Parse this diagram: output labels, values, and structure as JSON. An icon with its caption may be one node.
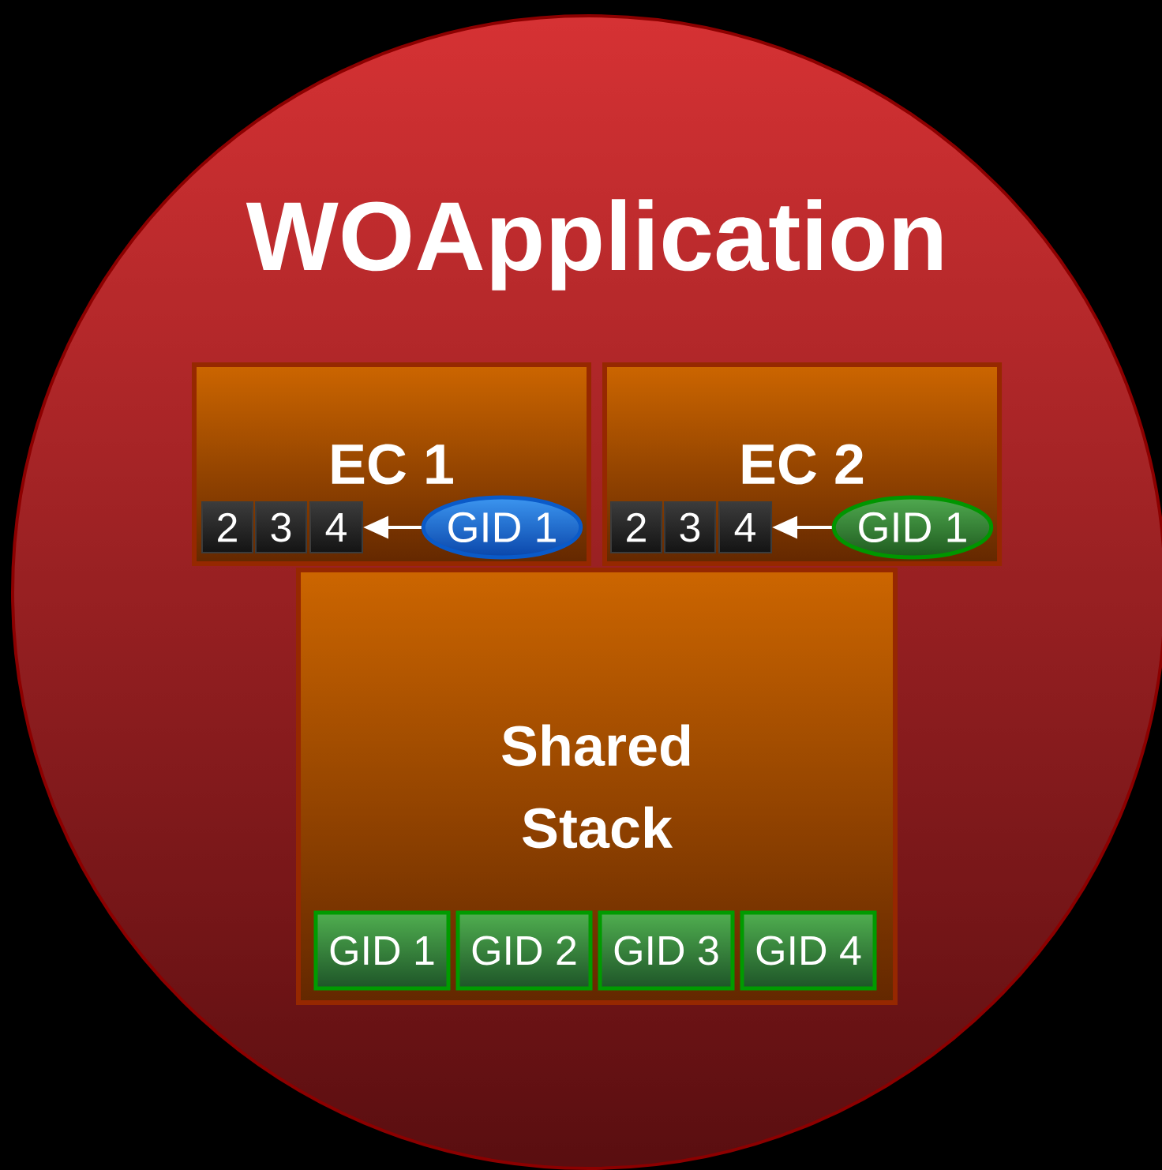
{
  "diagram": {
    "nodes": [
      {
        "text": [
          "WOApplication"
        ]
      },
      {
        "text": [
          "EC 1"
        ],
        "in": 0
      },
      {
        "text": [
          "2"
        ],
        "in": 1
      },
      {
        "text": [
          "3"
        ],
        "in": 1
      },
      {
        "text": [
          "4"
        ],
        "in": 1
      },
      {
        "text": [
          "GID 1"
        ],
        "in": 1
      },
      {
        "text": [
          "EC 2"
        ],
        "in": 0
      },
      {
        "text": [
          "2"
        ],
        "in": 6
      },
      {
        "text": [
          "3"
        ],
        "in": 6
      },
      {
        "text": [
          "4"
        ],
        "in": 6
      },
      {
        "text": [
          "GID 1"
        ],
        "in": 6
      },
      {
        "text": [
          "Shared Stack"
        ],
        "in": 0
      },
      {
        "text": [
          "GID 1"
        ],
        "in": 11
      },
      {
        "text": [
          "GID 2"
        ],
        "in": 11
      },
      {
        "text": [
          "GID 3"
        ],
        "in": 11
      },
      {
        "text": [
          "GID 4"
        ],
        "in": 11
      }
    ],
    "edges": [
      {
        "from": 5,
        "to": 4,
        "arrow": "to"
      },
      {
        "from": 10,
        "to": 9,
        "arrow": "to"
      }
    ]
  }
}
